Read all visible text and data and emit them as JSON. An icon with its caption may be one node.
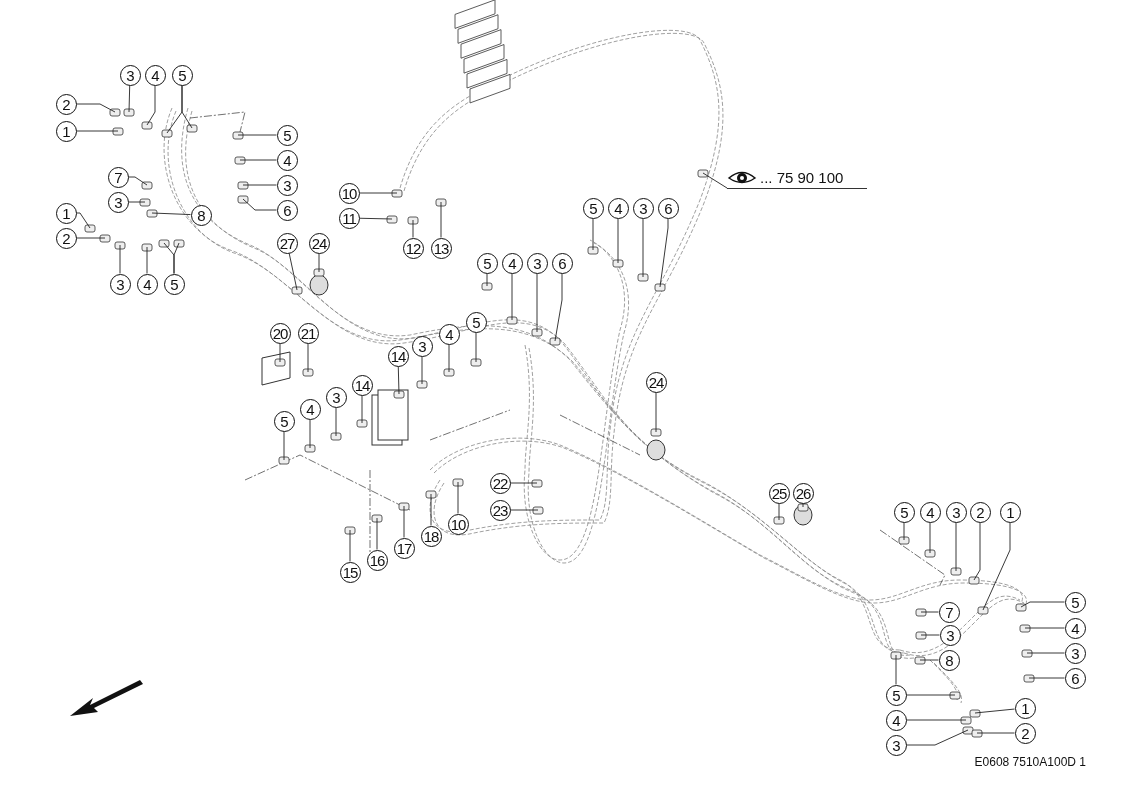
{
  "diagram": {
    "nodes": [
      {
        "text": [
          "1"
        ]
      },
      {
        "text": [
          "2"
        ]
      },
      {
        "text": [
          "3"
        ]
      },
      {
        "text": [
          "4"
        ]
      },
      {
        "text": [
          "5"
        ]
      },
      {
        "text": [
          "5"
        ]
      },
      {
        "text": [
          "4"
        ]
      },
      {
        "text": [
          "3"
        ]
      },
      {
        "text": [
          "6"
        ]
      },
      {
        "text": [
          "7"
        ]
      },
      {
        "text": [
          "3"
        ]
      },
      {
        "text": [
          "8"
        ]
      },
      {
        "text": [
          "1"
        ]
      },
      {
        "text": [
          "2"
        ]
      },
      {
        "text": [
          "3"
        ]
      },
      {
        "text": [
          "4"
        ]
      },
      {
        "text": [
          "5"
        ]
      },
      {
        "text": [
          "27"
        ]
      },
      {
        "text": [
          "24"
        ]
      },
      {
        "text": [
          "10"
        ]
      },
      {
        "text": [
          "11"
        ]
      },
      {
        "text": [
          "12"
        ]
      },
      {
        "text": [
          "13"
        ]
      },
      {
        "text": [
          "5"
        ]
      },
      {
        "text": [
          "4"
        ]
      },
      {
        "text": [
          "3"
        ]
      },
      {
        "text": [
          "6"
        ]
      },
      {
        "text": [
          "... 75 90 100"
        ]
      },
      {
        "text": [
          "5"
        ]
      },
      {
        "text": [
          "4"
        ]
      },
      {
        "text": [
          "3"
        ]
      },
      {
        "text": [
          "6"
        ]
      },
      {
        "text": [
          "20"
        ]
      },
      {
        "text": [
          "21"
        ]
      },
      {
        "text": [
          "5"
        ]
      },
      {
        "text": [
          "4"
        ]
      },
      {
        "text": [
          "3"
        ]
      },
      {
        "text": [
          "14"
        ]
      },
      {
        "text": [
          "14"
        ]
      },
      {
        "text": [
          "3"
        ]
      },
      {
        "text": [
          "4"
        ]
      },
      {
        "text": [
          "5"
        ]
      },
      {
        "text": [
          "24"
        ]
      },
      {
        "text": [
          "22"
        ]
      },
      {
        "text": [
          "23"
        ]
      },
      {
        "text": [
          "15"
        ]
      },
      {
        "text": [
          "16"
        ]
      },
      {
        "text": [
          "17"
        ]
      },
      {
        "text": [
          "18"
        ]
      },
      {
        "text": [
          "10"
        ]
      },
      {
        "text": [
          "25"
        ]
      },
      {
        "text": [
          "26"
        ]
      },
      {
        "text": [
          "5"
        ]
      },
      {
        "text": [
          "4"
        ]
      },
      {
        "text": [
          "3"
        ]
      },
      {
        "text": [
          "2"
        ]
      },
      {
        "text": [
          "1"
        ]
      },
      {
        "text": [
          "5"
        ]
      },
      {
        "text": [
          "4"
        ]
      },
      {
        "text": [
          "3"
        ]
      },
      {
        "text": [
          "6"
        ]
      },
      {
        "text": [
          "7"
        ]
      },
      {
        "text": [
          "3"
        ]
      },
      {
        "text": [
          "8"
        ]
      },
      {
        "text": [
          "5"
        ]
      },
      {
        "text": [
          "4"
        ]
      },
      {
        "text": [
          "3"
        ]
      },
      {
        "text": [
          "1"
        ]
      },
      {
        "text": [
          "2"
        ]
      }
    ],
    "edges": [
      {
        "from": 0,
        "to": null,
        "arrow": "none"
      },
      {
        "from": 1,
        "to": null,
        "arrow": "none"
      },
      {
        "from": 2,
        "to": null,
        "arrow": "none"
      },
      {
        "from": 3,
        "to": null,
        "arrow": "none"
      },
      {
        "from": 4,
        "to": null,
        "arrow": "none"
      },
      {
        "from": 4,
        "to": null,
        "arrow": "none"
      },
      {
        "from": 5,
        "to": null,
        "arrow": "none"
      },
      {
        "from": 6,
        "to": null,
        "arrow": "none"
      },
      {
        "from": 7,
        "to": null,
        "arrow": "none"
      },
      {
        "from": 8,
        "to": null,
        "arrow": "none"
      },
      {
        "from": 9,
        "to": null,
        "arrow": "none"
      },
      {
        "from": 10,
        "to": null,
        "arrow": "none"
      },
      {
        "from": 11,
        "to": null,
        "arrow": "none"
      },
      {
        "from": 12,
        "to": null,
        "arrow": "none"
      },
      {
        "from": 13,
        "to": null,
        "arrow": "none"
      },
      {
        "from": 14,
        "to": null,
        "arrow": "none"
      },
      {
        "from": 15,
        "to": null,
        "arrow": "none"
      },
      {
        "from": 16,
        "to": null,
        "arrow": "none"
      },
      {
        "from": 16,
        "to": null,
        "arrow": "none"
      },
      {
        "from": 17,
        "to": null,
        "arrow": "none"
      },
      {
        "from": 18,
        "to": null,
        "arrow": "none"
      },
      {
        "from": 19,
        "to": null,
        "arrow": "none"
      },
      {
        "from": 20,
        "to": null,
        "arrow": "none"
      },
      {
        "from": 21,
        "to": null,
        "arrow": "none"
      },
      {
        "from": 22,
        "to": null,
        "arrow": "none"
      },
      {
        "from": 23,
        "to": null,
        "arrow": "none"
      },
      {
        "from": 24,
        "to": null,
        "arrow": "none"
      },
      {
        "from": 25,
        "to": null,
        "arrow": "none"
      },
      {
        "from": 26,
        "to": null,
        "arrow": "none"
      },
      {
        "from": 27,
        "to": null,
        "arrow": "none"
      },
      {
        "from": 28,
        "to": null,
        "arrow": "none"
      },
      {
        "from": 29,
        "to": null,
        "arrow": "none"
      },
      {
        "from": 30,
        "to": null,
        "arrow": "none"
      },
      {
        "from": 31,
        "to": null,
        "arrow": "none"
      },
      {
        "from": 32,
        "to": null,
        "arrow": "none"
      },
      {
        "from": 33,
        "to": null,
        "arrow": "none"
      },
      {
        "from": 34,
        "to": null,
        "arrow": "none"
      },
      {
        "from": 35,
        "to": null,
        "arrow": "none"
      },
      {
        "from": 36,
        "to": null,
        "arrow": "none"
      },
      {
        "from": 37,
        "to": null,
        "arrow": "none"
      },
      {
        "from": 38,
        "to": null,
        "arrow": "none"
      },
      {
        "from": 39,
        "to": null,
        "arrow": "none"
      },
      {
        "from": 40,
        "to": null,
        "arrow": "none"
      },
      {
        "from": 41,
        "to": null,
        "arrow": "none"
      },
      {
        "from": 42,
        "to": null,
        "arrow": "none"
      },
      {
        "from": 43,
        "to": null,
        "arrow": "none"
      },
      {
        "from": 44,
        "to": null,
        "arrow": "none"
      },
      {
        "from": 45,
        "to": null,
        "arrow": "none"
      },
      {
        "from": 46,
        "to": null,
        "arrow": "none"
      },
      {
        "from": 47,
        "to": null,
        "arrow": "none"
      },
      {
        "from": 48,
        "to": null,
        "arrow": "none"
      },
      {
        "from": 49,
        "to": null,
        "arrow": "none"
      },
      {
        "from": 50,
        "to": null,
        "arrow": "none"
      },
      {
        "from": 51,
        "to": null,
        "arrow": "none"
      },
      {
        "from": 52,
        "to": null,
        "arrow": "none"
      },
      {
        "from": 53,
        "to": null,
        "arrow": "none"
      },
      {
        "from": 54,
        "to": null,
        "arrow": "none"
      },
      {
        "from": 55,
        "to": null,
        "arrow": "none"
      },
      {
        "from": 56,
        "to": null,
        "arrow": "none"
      },
      {
        "from": 57,
        "to": null,
        "arrow": "none"
      },
      {
        "from": 58,
        "to": null,
        "arrow": "none"
      },
      {
        "from": 59,
        "to": null,
        "arrow": "none"
      },
      {
        "from": 60,
        "to": null,
        "arrow": "none"
      },
      {
        "from": 61,
        "to": null,
        "arrow": "none"
      },
      {
        "from": 62,
        "to": null,
        "arrow": "none"
      },
      {
        "from": 63,
        "to": null,
        "arrow": "none"
      },
      {
        "from": 64,
        "to": null,
        "arrow": "none"
      },
      {
        "from": 64,
        "to": null,
        "arrow": "none"
      },
      {
        "from": 65,
        "to": null,
        "arrow": "none"
      },
      {
        "from": 66,
        "to": null,
        "arrow": "none"
      },
      {
        "from": 67,
        "to": null,
        "arrow": "none"
      },
      {
        "from": 68,
        "to": null,
        "arrow": "none"
      }
    ],
    "labels": [
      "E0608 7510A100D 1"
    ]
  }
}
